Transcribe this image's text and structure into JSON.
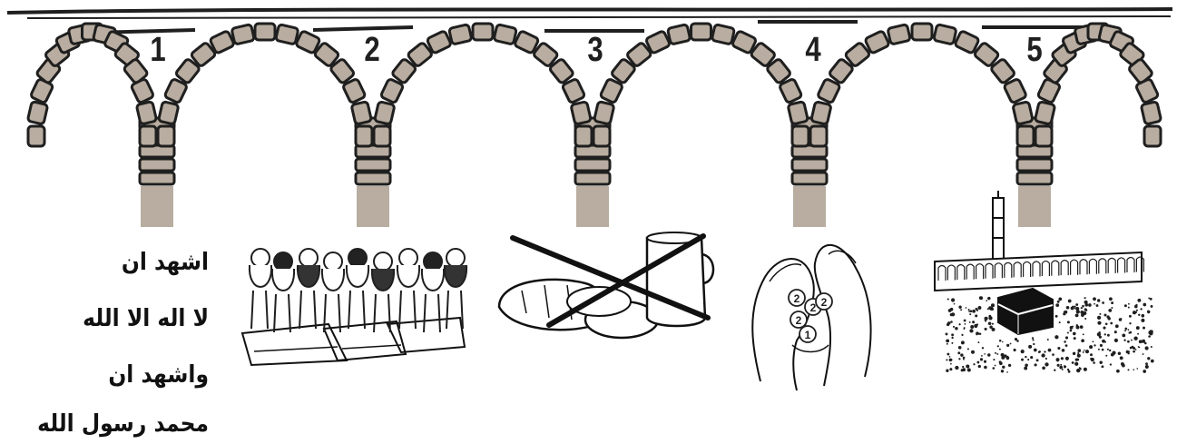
{
  "arches": [
    {
      "number": "1"
    },
    {
      "number": "2"
    },
    {
      "number": "3"
    },
    {
      "number": "4"
    },
    {
      "number": "5"
    }
  ],
  "shahada_lines": [
    "اشهد ان",
    "لا اله الا الله",
    "واشهد ان",
    "محمد رسول الله"
  ],
  "colors": {
    "stone": "#b8ada0",
    "outline": "#1f1f1f"
  }
}
